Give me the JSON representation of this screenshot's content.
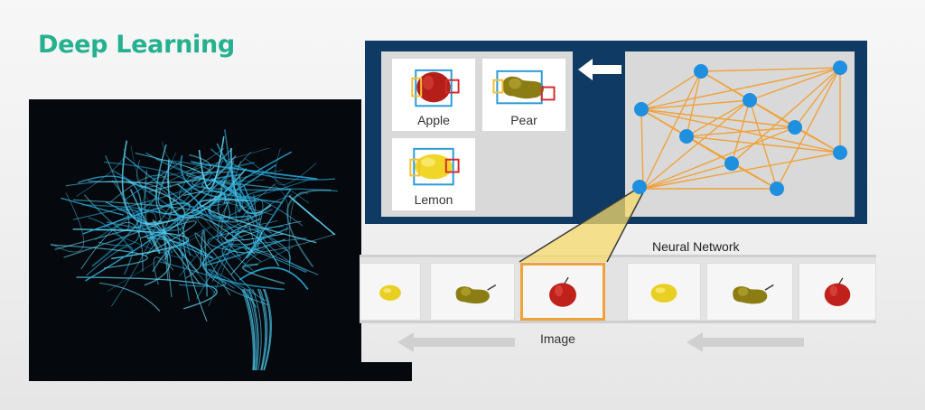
{
  "title": "Deep Learning",
  "results": [
    {
      "label": "Apple",
      "fruit": "apple"
    },
    {
      "label": "Pear",
      "fruit": "pear"
    },
    {
      "label": "Lemon",
      "fruit": "lemon"
    }
  ],
  "network": {
    "label": "Neural Network"
  },
  "strip": {
    "label": "Image",
    "fruits": [
      "lemon",
      "pear",
      "apple",
      "lemon",
      "pear",
      "apple"
    ],
    "selected_index": 2
  },
  "colors": {
    "accent": "#25b18f",
    "panel": "#0f3a64",
    "node": "#1f8fe0",
    "edge": "#f0a23a",
    "highlight": "#f6d96b"
  },
  "icons": [
    "brain-image",
    "arrow-left-icon",
    "neuron-node-icon"
  ]
}
